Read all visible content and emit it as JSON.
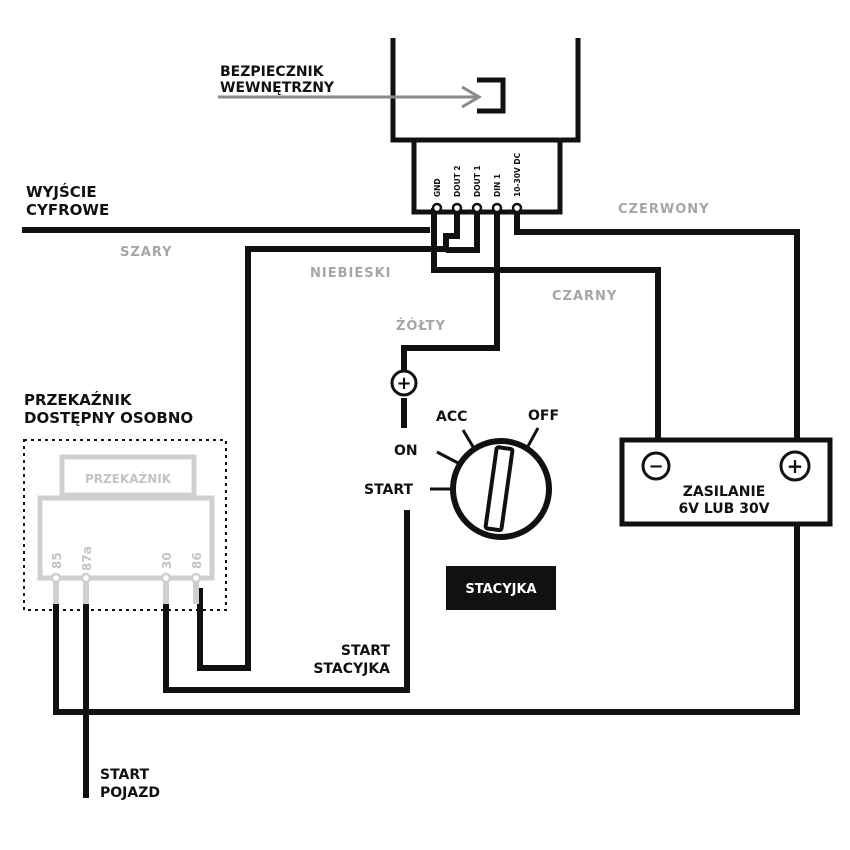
{
  "labels": {
    "fuse": [
      "BEZPIECZNIK",
      "WEWNĘTRZNY"
    ],
    "digital_out": [
      "WYJŚCIE",
      "CYFROWE"
    ],
    "relay_separate": [
      "PRZEKAŹNIK",
      "DOSTĘPNY  OSOBNO"
    ],
    "on": "ON",
    "start": "START",
    "acc": "ACC",
    "off": "OFF",
    "ignition": "STACYJKA",
    "start_ignition": [
      "START",
      "STACYJKA"
    ],
    "start_vehicle": [
      "START",
      "POJAZD"
    ],
    "power": [
      "ZASILANIE",
      "6V LUB 30V"
    ],
    "relay": "PRZEKAŹNIK"
  },
  "wire_colors": {
    "red": "CZERWONY",
    "grey": "SZARY",
    "blue": "NIEBIESKI",
    "black": "CZARNY",
    "yellow": "ŻÓŁTY"
  },
  "connector_pins": [
    "GND",
    "DOUT 2",
    "DOUT 1",
    "DIN 1",
    "10-30V DC"
  ],
  "relay_pins": [
    "85",
    "87a",
    "30",
    "86"
  ],
  "symbols": {
    "plus": "+",
    "minus": "−"
  },
  "colors": {
    "line": "#111111",
    "wire_label": "#a6a6a6",
    "relay": "#cfcfcf",
    "badge_bg": "#111111",
    "badge_text": "#ffffff"
  }
}
